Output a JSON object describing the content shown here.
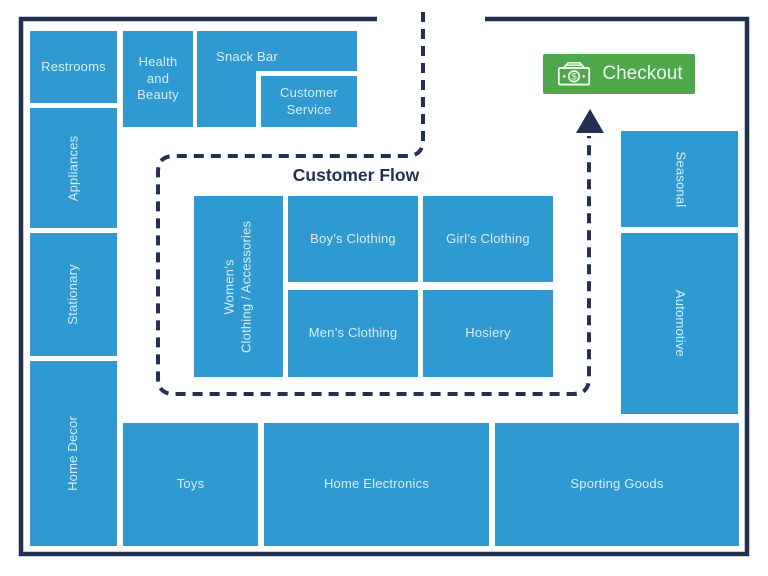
{
  "diagram": {
    "type": "store-floor-plan",
    "flow_label": "Customer Flow",
    "checkout": {
      "label": "Checkout",
      "icon": "cash-icon"
    },
    "colors": {
      "department_fill": "#2f9ad2",
      "department_text": "#cfe8f6",
      "wall": "#21314f",
      "flow_line": "#21314f",
      "checkout_fill": "#4fa74c",
      "checkout_text": "#eef8ec"
    },
    "departments": {
      "restrooms": {
        "label": "Restrooms"
      },
      "health_beauty": {
        "label": "Health and Beauty"
      },
      "snack_bar": {
        "label": "Snack Bar"
      },
      "customer_service": {
        "label": "Customer Service"
      },
      "appliances": {
        "label": "Appliances"
      },
      "stationary": {
        "label": "Stationary"
      },
      "home_decor": {
        "label": "Home Decor"
      },
      "toys": {
        "label": "Toys"
      },
      "home_electronics": {
        "label": "Home Electronics"
      },
      "sporting_goods": {
        "label": "Sporting Goods"
      },
      "seasonal": {
        "label": "Seasonal"
      },
      "automotive": {
        "label": "Automotive"
      },
      "womens_clothing": {
        "lines": [
          "Women’s",
          "Clothing / Accessories"
        ]
      },
      "boys_clothing": {
        "label": "Boy’s Clothing"
      },
      "girls_clothing": {
        "label": "Girl’s Clothing"
      },
      "mens_clothing": {
        "label": "Men’s Clothing"
      },
      "hosiery": {
        "label": "Hosiery"
      }
    }
  }
}
